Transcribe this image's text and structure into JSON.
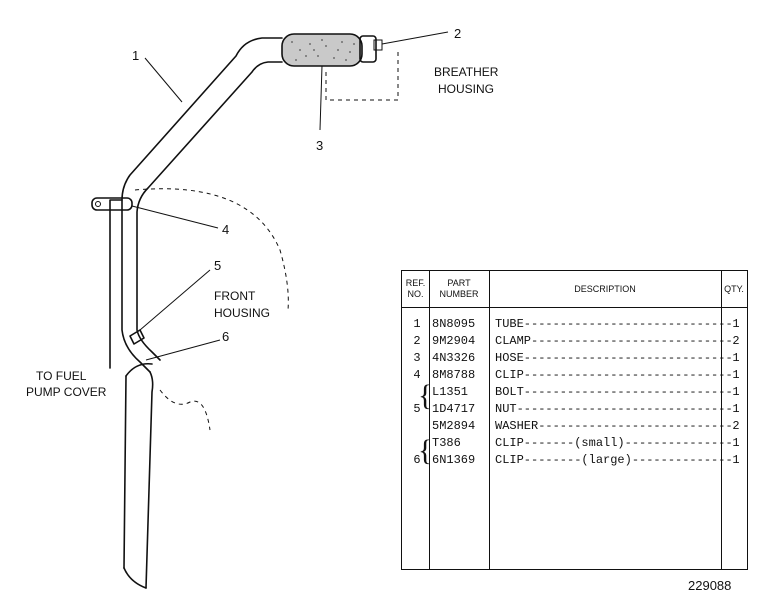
{
  "callouts": [
    "1",
    "2",
    "3",
    "4",
    "5",
    "6"
  ],
  "labels": {
    "breather_line1": "BREATHER",
    "breather_line2": "HOUSING",
    "front_line1": "FRONT",
    "front_line2": "HOUSING",
    "fuel_line1": "TO FUEL",
    "fuel_line2": "PUMP COVER"
  },
  "table": {
    "headers": {
      "ref_line1": "REF.",
      "ref_line2": "NO.",
      "part_line1": "PART",
      "part_line2": "NUMBER",
      "description": "DESCRIPTION",
      "qty": "QTY."
    },
    "rows": [
      {
        "ref": "1",
        "part": "8N8095",
        "desc": "TUBE-----------------------------",
        "qty": "1"
      },
      {
        "ref": "2",
        "part": "9M2904",
        "desc": "CLAMP----------------------------",
        "qty": "2"
      },
      {
        "ref": "3",
        "part": "4N3326",
        "desc": "HOSE-----------------------------",
        "qty": "1"
      },
      {
        "ref": "4",
        "part": "8M8788",
        "desc": "CLIP-----------------------------",
        "qty": "1"
      },
      {
        "ref": "",
        "part": "L1351",
        "desc": "BOLT-----------------------------",
        "qty": "1"
      },
      {
        "ref": "5",
        "part": "1D4717",
        "desc": "NUT------------------------------",
        "qty": "1"
      },
      {
        "ref": "",
        "part": "5M2894",
        "desc": "WASHER---------------------------",
        "qty": "2"
      },
      {
        "ref": "",
        "part": "T386",
        "desc": "CLIP-------(small)---------------",
        "qty": "1"
      },
      {
        "ref": "6",
        "part": "6N1369",
        "desc": "CLIP--------(large)--------------",
        "qty": "1"
      }
    ]
  },
  "drawing_number": "229088"
}
